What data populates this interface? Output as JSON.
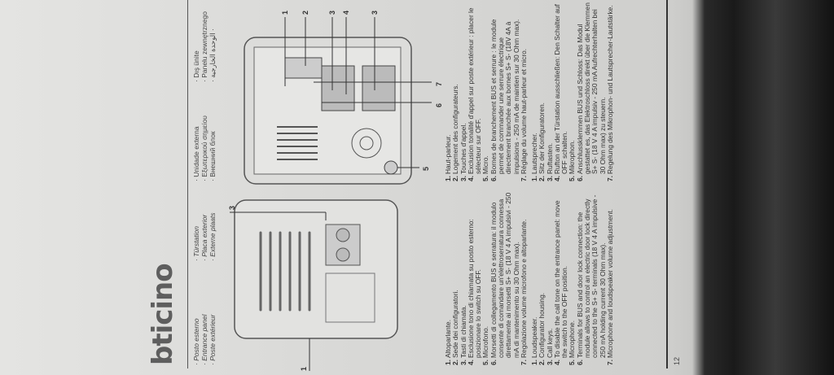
{
  "brand": "bticino",
  "headers": [
    [
      "· Posto esterno",
      "· Entrance panel",
      "· Poste extérieur"
    ],
    [
      "· Türstation",
      "· Placa exterior",
      "· Externe plaats"
    ],
    [
      "· Unidade externa",
      "· Εξωτερικού σημείου",
      "· Внешний блок"
    ],
    [
      "· Dış ünite",
      "· Panelu zewnętrznego",
      "· الوحدة الخارجية ·"
    ]
  ],
  "diagram_labels": {
    "front": [
      "1",
      "3"
    ],
    "back": [
      "1",
      "2",
      "3",
      "4",
      "3",
      "5",
      "6",
      "7"
    ]
  },
  "lists": {
    "italian": [
      [
        "1.",
        "Altoparlante."
      ],
      [
        "2.",
        "Sede dei configuratori."
      ],
      [
        "3.",
        "Tasti di chiamata."
      ],
      [
        "4.",
        "Esclusione tono di chiamata su posto esterno: posizionare lo switch su OFF."
      ],
      [
        "5.",
        "Microfono."
      ],
      [
        "6.",
        "Morsetti di collegamento BUS e serratura: il modulo consente di comandare un'elettroserratura connessa direttamente ai morsetti S+ S- (18 V 4 A impulsivi - 250 mA di mantenimento su 30 Ohm max)."
      ],
      [
        "7.",
        "Regolazione volume microfono e altoparlante."
      ]
    ],
    "english": [
      [
        "1.",
        "Loudspeaker."
      ],
      [
        "2.",
        "Configurator housing."
      ],
      [
        "3.",
        "Call keys."
      ],
      [
        "4.",
        "To disable the call tone on the entrance panel: move the switch to the OFF position."
      ],
      [
        "5.",
        "Microphone."
      ],
      [
        "6.",
        "Terminals for BUS and door lock connection: the module allows to control an electric door lock directly connected to the S+ S- terminals (18 V 4 A impulsive - 250 mA holding current 30 Ohm max)."
      ],
      [
        "7.",
        "Microphone and loudspeaker volume adjustment."
      ]
    ],
    "french": [
      [
        "1.",
        "Haut-parleur."
      ],
      [
        "2.",
        "Logement des configurateurs."
      ],
      [
        "3.",
        "Touches d'appel."
      ],
      [
        "4.",
        "Exclusion tonalité d'appel sur poste extérieur : placer le sélecteur sur OFF."
      ],
      [
        "5.",
        "Micro."
      ],
      [
        "6.",
        "Bornes de branchement BUS et serrure : le module permet de commander une serrure électrique directement branchée aux bornes S+ S- (18V 4A à impulsions - 250 mA de maintien sur 30 Ohm max)."
      ],
      [
        "7.",
        "Réglage du volume haut-parleur et micro."
      ]
    ],
    "german": [
      [
        "1.",
        "Lautsprecher."
      ],
      [
        "2.",
        "Sitz der Konfiguratoren."
      ],
      [
        "3.",
        "Ruftasten."
      ],
      [
        "4.",
        "Rufton an der Türstation ausschließen: Den Schalter auf OFF schalten."
      ],
      [
        "5.",
        "Mikrophon."
      ],
      [
        "6.",
        "Anschlussklemmen BUS und Schloss: Das Modul gestattet es, das Elektroschloss direkt über die Klemmen S+ S- (18 V 4 A impulsiv - 250 mA Aufrechterhalten bei 30 Ohm max) zu steuern."
      ],
      [
        "7.",
        "Regelung des Mikrophon- und Lautsprecher-Lautstärke."
      ]
    ]
  },
  "page_number": "12"
}
